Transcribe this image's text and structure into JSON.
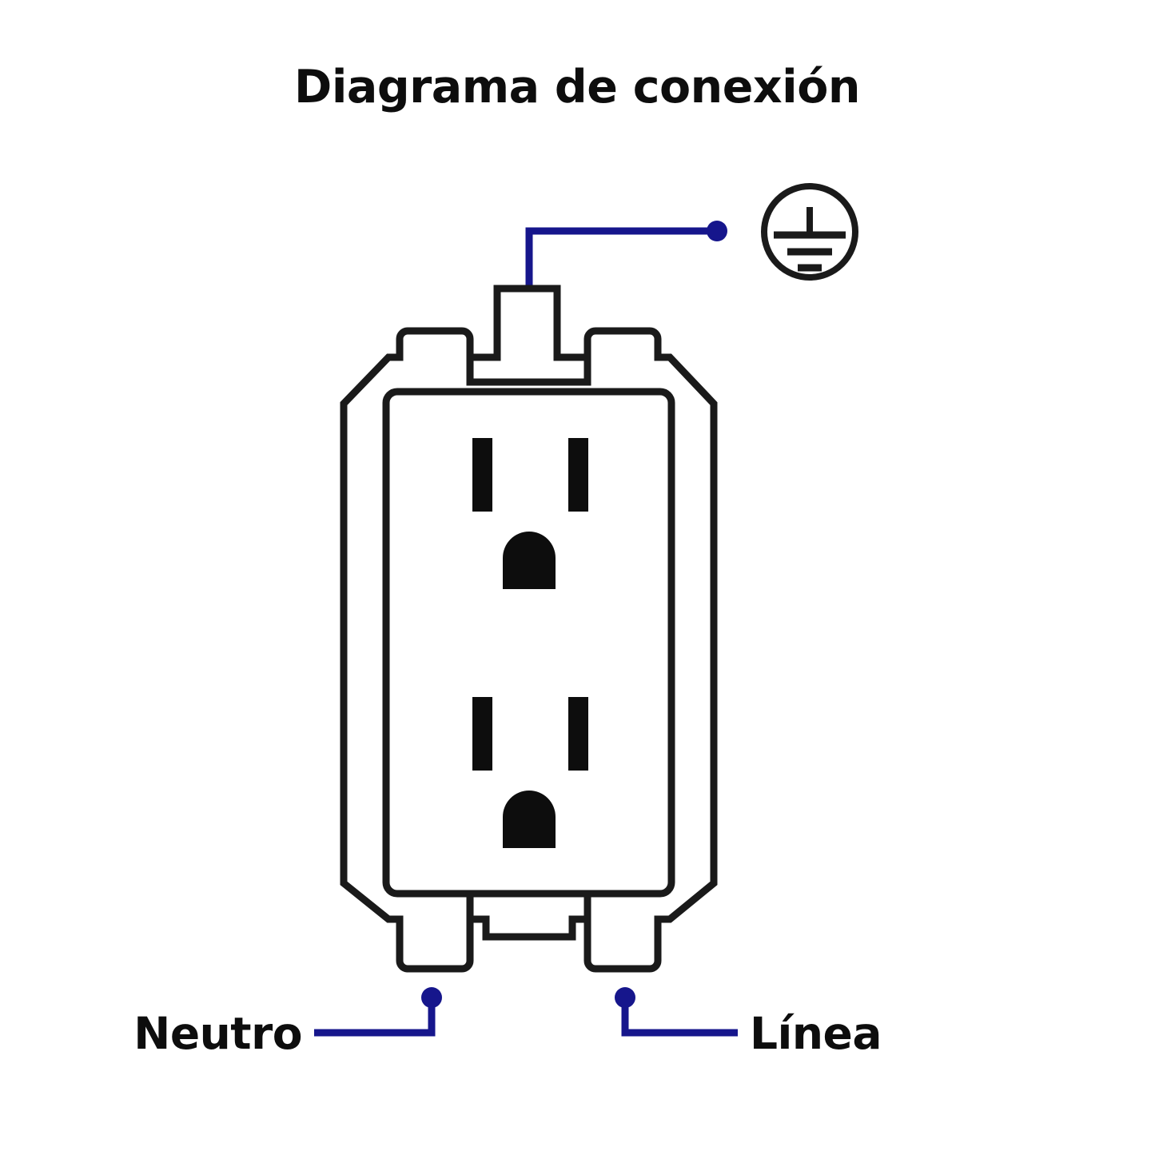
{
  "diagram": {
    "title": "Diagrama de conexión",
    "type": "electrical-wiring-diagram",
    "device": "duplex-outlet",
    "colors": {
      "wire": "#16168c",
      "outline": "#1a1a1a",
      "background": "#ffffff",
      "slot_fill": "#0d0d0d"
    },
    "labels": {
      "ground": "",
      "neutral": "Neutro",
      "line": "Línea"
    },
    "terminals": [
      {
        "name": "ground",
        "label": "",
        "icon": "earth-ground-icon",
        "position": "top-right"
      },
      {
        "name": "neutral",
        "label": "Neutro",
        "position": "bottom-left"
      },
      {
        "name": "line",
        "label": "Línea",
        "position": "bottom-right"
      }
    ],
    "outlet": {
      "receptacles": 2,
      "slots_per_receptacle": [
        "neutral-blade",
        "line-blade",
        "ground-pin"
      ],
      "mounting_tabs": 4
    }
  }
}
